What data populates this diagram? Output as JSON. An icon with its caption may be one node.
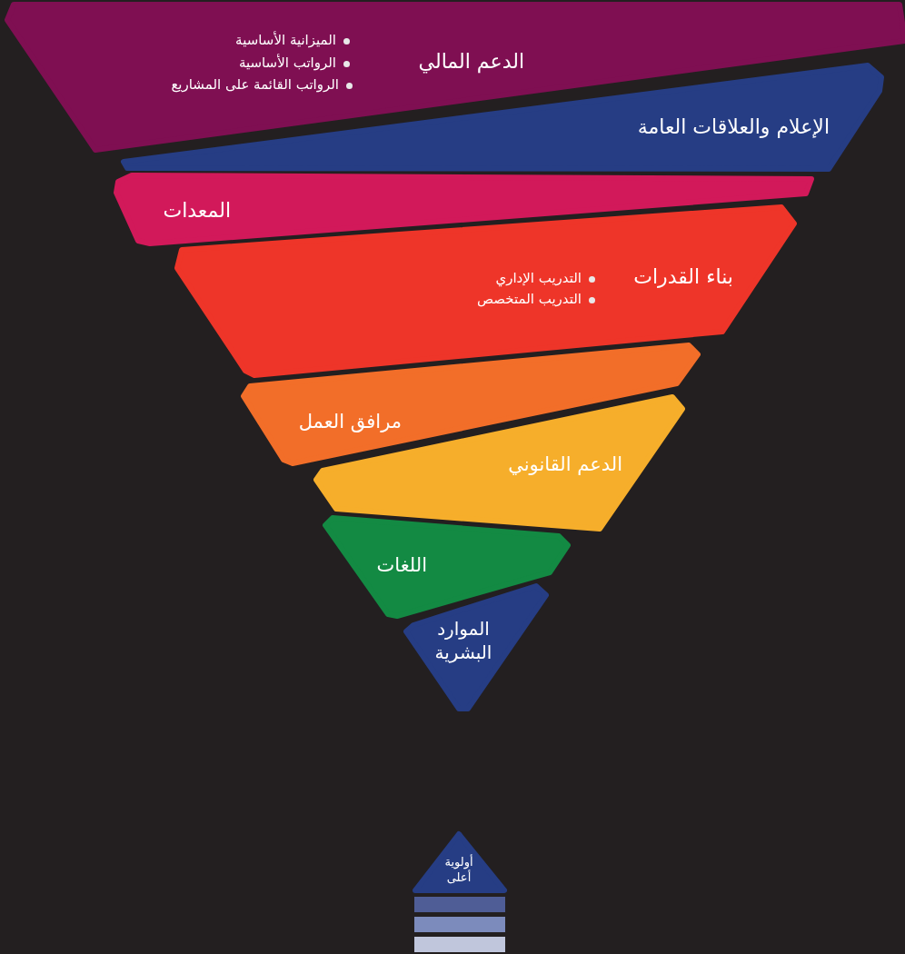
{
  "diagram": {
    "nodes": [
      {
        "text": [
          "الدعم المالي",
          "الميزانية الأساسية",
          "الرواتب الأساسية",
          "الرواتب القائمة على المشاريع"
        ]
      },
      {
        "text": [
          "الإعلام والعلاقات العامة"
        ]
      },
      {
        "text": [
          "المعدات"
        ]
      },
      {
        "text": [
          "بناء القدرات",
          "التدريب الإداري",
          "التدريب المتخصص"
        ]
      },
      {
        "text": [
          "مرافق العمل"
        ]
      },
      {
        "text": [
          "الدعم القانوني"
        ]
      },
      {
        "text": [
          "اللغات"
        ]
      },
      {
        "text": [
          "الموارد البشرية"
        ]
      },
      {
        "text": [
          "أولوية أعلى"
        ]
      },
      {
        "text": [],
        "shape": "bar"
      },
      {
        "text": [],
        "shape": "bar"
      },
      {
        "text": [],
        "shape": "bar"
      }
    ]
  }
}
